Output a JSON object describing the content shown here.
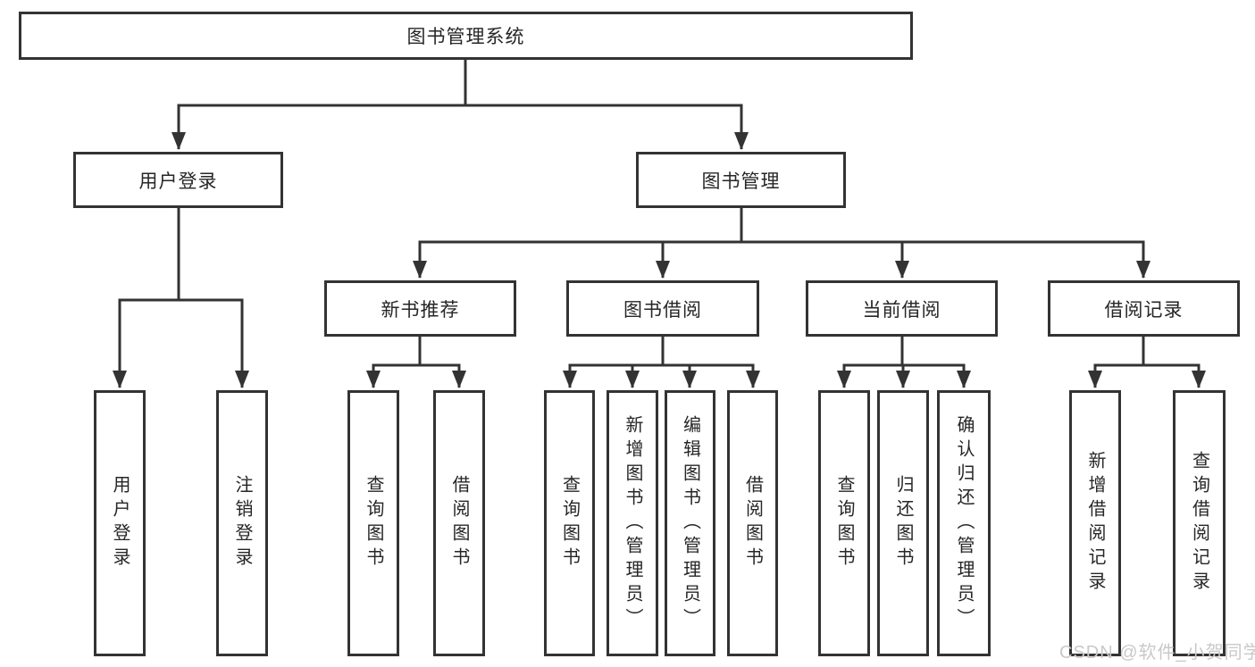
{
  "diagram": {
    "root": {
      "label": "图书管理系统"
    },
    "level2": {
      "user_login": {
        "label": "用户登录"
      },
      "book_mgmt": {
        "label": "图书管理"
      }
    },
    "level3": {
      "new_books": {
        "label": "新书推荐"
      },
      "book_borrow": {
        "label": "图书借阅"
      },
      "current_borrow": {
        "label": "当前借阅"
      },
      "borrow_records": {
        "label": "借阅记录"
      }
    },
    "leaves": {
      "user_login": [
        "用户登录",
        "注销登录"
      ],
      "new_books": [
        "查询图书",
        "借阅图书"
      ],
      "book_borrow": [
        "查询图书",
        "新增图书（管理员）",
        "编辑图书（管理员）",
        "借阅图书"
      ],
      "current_borrow": [
        "查询图书",
        "归还图书",
        "确认归还（管理员）"
      ],
      "borrow_records": [
        "新增借阅记录",
        "查询借阅记录"
      ]
    },
    "watermark": "CSDN @软件_小贺同学",
    "colors": {
      "line": "#333333",
      "text": "#262626",
      "watermark": "#c9c9c9",
      "background": "#ffffff"
    }
  }
}
